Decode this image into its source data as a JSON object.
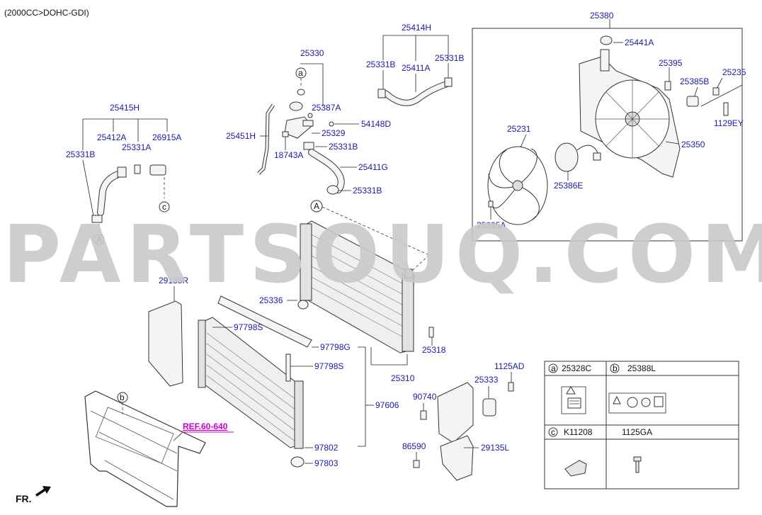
{
  "header": "(2000CC>DOHC-GDI)",
  "watermark": "PARTSOUQ.COM",
  "front_marker": "FR.",
  "reference": "REF.60-640",
  "callouts": {
    "a": "a",
    "b": "b",
    "c": "c",
    "A": "A"
  },
  "labels": {
    "p25380": "25380",
    "p25441A": "25441A",
    "p25395": "25395",
    "p25235": "25235",
    "p25385B": "25385B",
    "p1129EY": "1129EY",
    "p25350": "25350",
    "p25231": "25231",
    "p25386E": "25386E",
    "p25395A": "25395A",
    "p25414H": "25414H",
    "p25331B_a": "25331B",
    "p25331B_b": "25331B",
    "p25411A": "25411A",
    "p25330": "25330",
    "p25387A": "25387A",
    "p54148D": "54148D",
    "p25329": "25329",
    "p25451H": "25451H",
    "p18743A": "18743A",
    "p25331B_c": "25331B",
    "p25411G": "25411G",
    "p25331B_d": "25331B",
    "p25415H": "25415H",
    "p25412A": "25412A",
    "p25331A": "25331A",
    "p26915A": "26915A",
    "p25331B_e": "25331B",
    "p29135R": "29135R",
    "p97798S_a": "97798S",
    "p25336": "25336",
    "p97798G": "97798G",
    "p97798S_b": "97798S",
    "p25318": "25318",
    "p25310": "25310",
    "p97606": "97606",
    "p97802": "97802",
    "p97803": "97803",
    "p1125AD": "1125AD",
    "p25333": "25333",
    "p90740": "90740",
    "p86590": "86590",
    "p29135L": "29135L"
  },
  "legend": {
    "a_code": "25328C",
    "b_code": "25388L",
    "c_code": "K11208",
    "d_code": "1125GA"
  }
}
